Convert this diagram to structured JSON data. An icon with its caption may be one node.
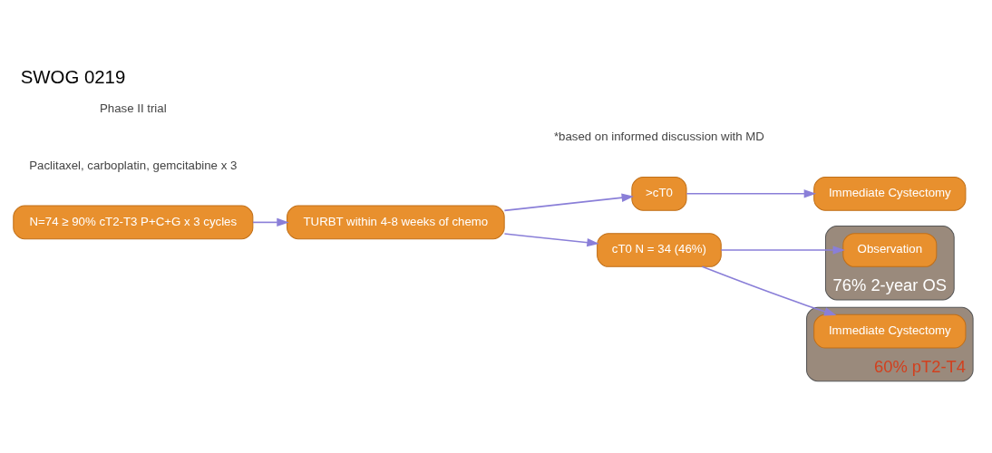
{
  "diagram": {
    "title": "SWOG 0219",
    "nodes": [
      {
        "text": [
          "N=74 ≥ 90% cT2-T3 P+C+G x 3 cycles"
        ]
      },
      {
        "text": [
          "TURBT within 4-8 weeks of chemo"
        ]
      },
      {
        "text": [
          ">cT0"
        ]
      },
      {
        "text": [
          "Immediate Cystectomy"
        ]
      },
      {
        "text": [
          "cT0 N = 34 (46%)"
        ]
      },
      {
        "text": [
          "76% 2-year OS"
        ]
      },
      {
        "text": [
          "Observation"
        ],
        "in": 5
      },
      {
        "text": [
          "60% pT2-T4"
        ]
      },
      {
        "text": [
          "Immediate Cystectomy"
        ],
        "in": 7
      }
    ],
    "edges": [
      {
        "from": 0,
        "to": 1,
        "arrow": "to"
      },
      {
        "from": 1,
        "to": 2,
        "arrow": "to"
      },
      {
        "from": 1,
        "to": 4,
        "arrow": "to"
      },
      {
        "from": 2,
        "to": 3,
        "arrow": "to"
      },
      {
        "from": 4,
        "to": 6,
        "arrow": "to"
      },
      {
        "from": 4,
        "to": 8,
        "arrow": "to"
      }
    ],
    "labels": [
      "Phase II trial",
      "Paclitaxel, carboplatin, gemcitabine x 3",
      "*based on informed discussion with MD"
    ]
  }
}
